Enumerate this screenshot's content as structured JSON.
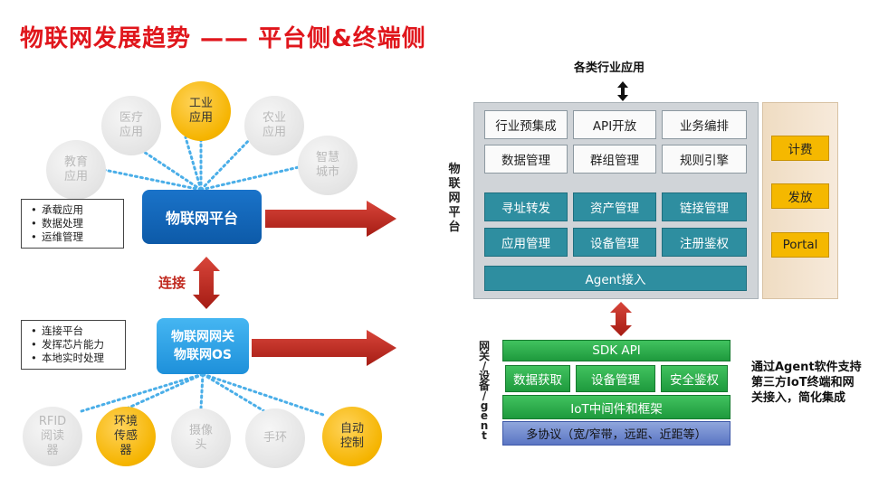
{
  "title": "物联网发展趋势 —— 平台侧&终端侧",
  "top_circles": [
    {
      "label": "医疗\n应用",
      "highlight": false
    },
    {
      "label": "工业\n应用",
      "highlight": true
    },
    {
      "label": "农业\n应用",
      "highlight": false
    },
    {
      "label": "教育\n应用",
      "highlight": false
    },
    {
      "label": "智慧\n城市",
      "highlight": false
    }
  ],
  "platform": {
    "label": "物联网平台",
    "bullets": [
      "承载应用",
      "数据处理",
      "运维管理"
    ]
  },
  "connect_label": "连接",
  "gateway": {
    "label": "物联网网关\n物联网OS",
    "bullets": [
      "连接平台",
      "发挥芯片能力",
      "本地实时处理"
    ]
  },
  "bottom_circles": [
    {
      "label": "RFID\n阅读\n器",
      "highlight": false
    },
    {
      "label": "环境\n传感\n器",
      "highlight": true
    },
    {
      "label": "摄像\n头",
      "highlight": false
    },
    {
      "label": "手环",
      "highlight": false
    },
    {
      "label": "自动\n控制",
      "highlight": true
    }
  ],
  "right": {
    "industry_apps_label": "各类行业应用",
    "platform_side_label": "物\n联\n网\n平\n台",
    "app_row1": [
      "行业预集成",
      "API开放",
      "业务编排"
    ],
    "app_row2": [
      "数据管理",
      "群组管理",
      "规则引擎"
    ],
    "core_row1": [
      "寻址转发",
      "资产管理",
      "链接管理"
    ],
    "core_row2": [
      "应用管理",
      "设备管理",
      "注册鉴权"
    ],
    "agent_label": "Agent接入",
    "billing": [
      "计费",
      "发放",
      "Portal"
    ],
    "device_side_label": "网\n关\n/\n设\n备\n/\ng\ne\nn\nt",
    "sdk_label": "SDK API",
    "sdk_row": [
      "数据获取",
      "设备管理",
      "安全鉴权"
    ],
    "middleware_label": "IoT中间件和框架",
    "protocol_label": "多协议（宽/窄带，远距、近距等）",
    "note": "通过Agent软件支持第三方IoT终端和网关接入，简化集成"
  },
  "colors": {
    "title_red": "#e0161c",
    "arrow_red": "#c0281e",
    "platform_blue": "#0d5aa8",
    "gateway_blue": "#1e90da",
    "gold": "#f5b400",
    "teal": "#2e8ea0",
    "green": "#1e9a3d"
  }
}
